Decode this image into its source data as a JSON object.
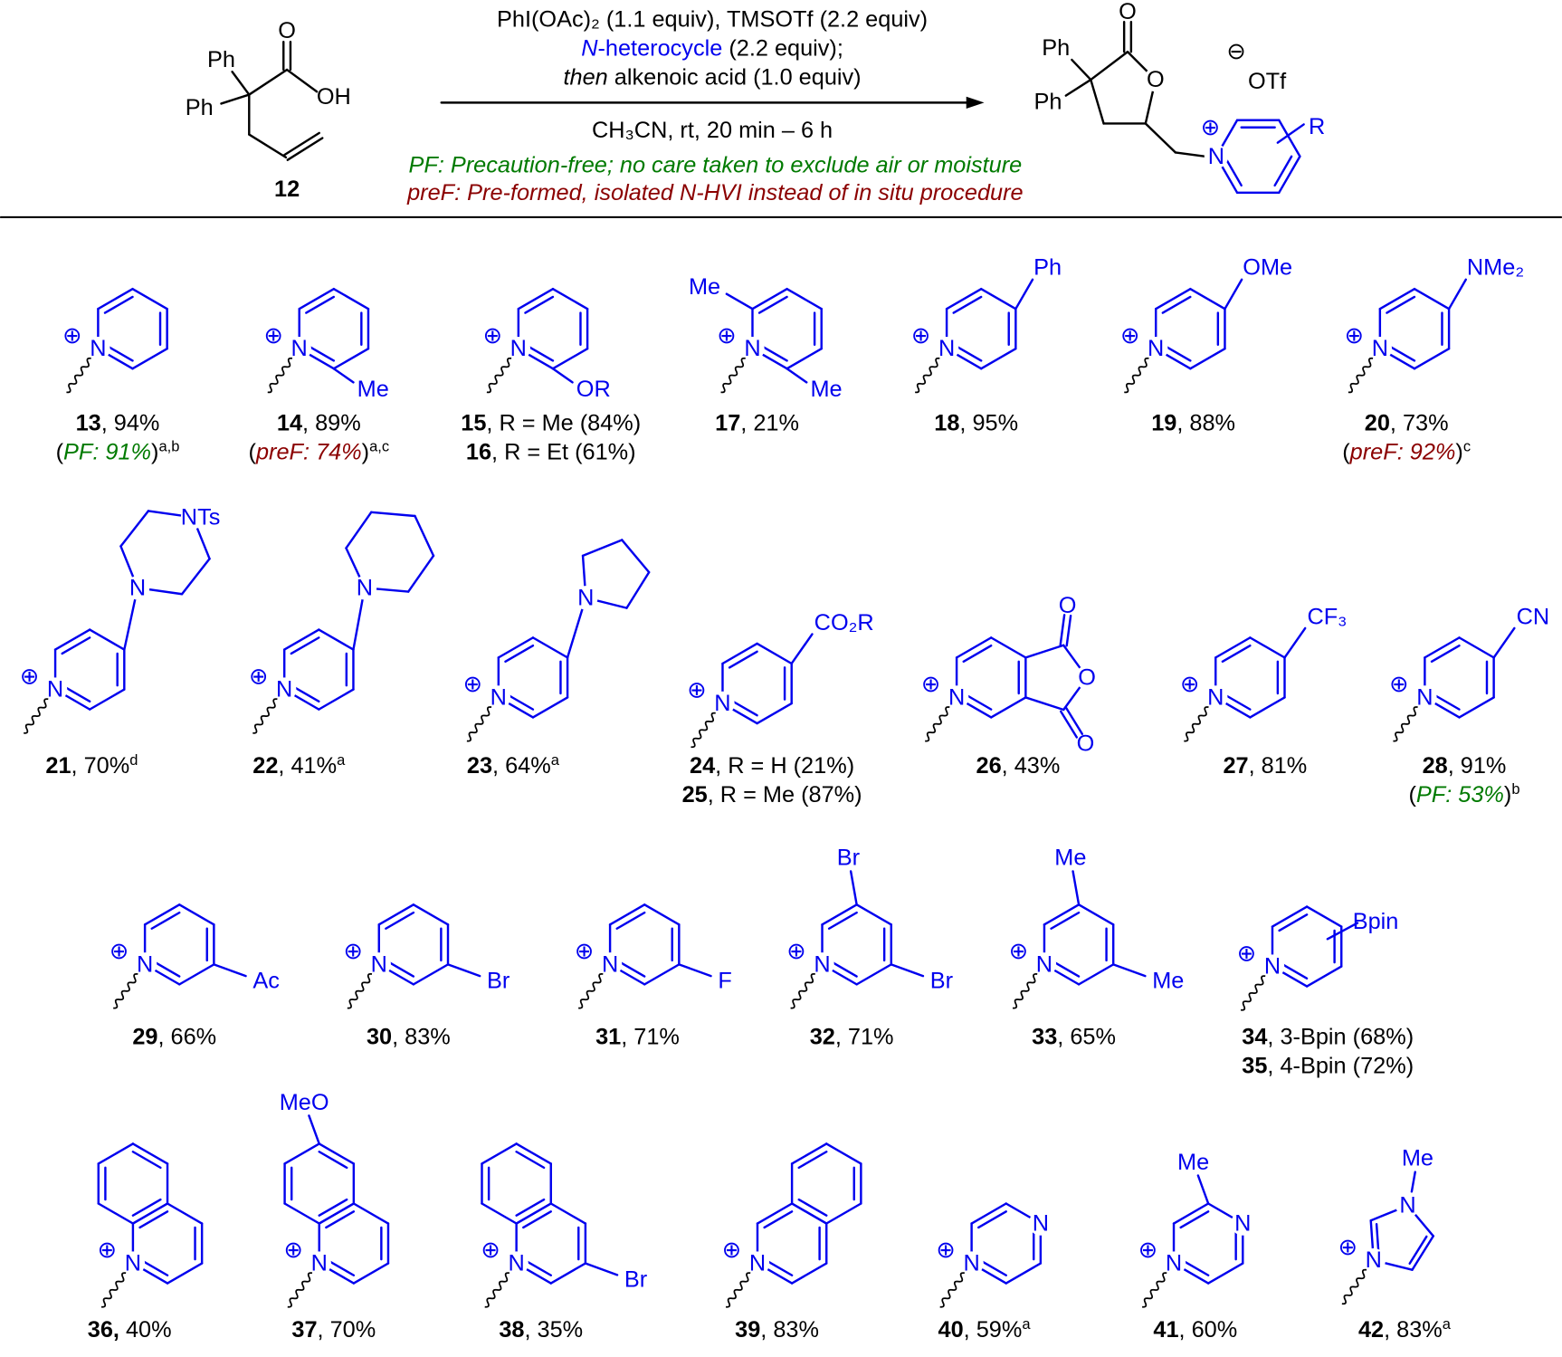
{
  "colors": {
    "structure": "#0000ee",
    "precaution_free": "#007a00",
    "preformed": "#8b0000",
    "text": "#000000"
  },
  "atoms": {
    "N": "N",
    "O": "O",
    "plus": "⊕",
    "minus": "⊖"
  },
  "header": {
    "starting_material": {
      "ph1": "Ph",
      "ph2": "Ph",
      "carbonyl_o": "O",
      "oh": "OH",
      "number": "12"
    },
    "conditions": {
      "line1": [
        {
          "s": "n",
          "text": "PhI(OAc)₂ (1.1 equiv), TMSOTf (2.2 equiv)"
        }
      ],
      "line2": [
        {
          "s": "blue-i",
          "text": "N"
        },
        {
          "s": "blue",
          "text": "-heterocycle"
        },
        {
          "s": "n",
          "text": " (2.2 equiv);"
        }
      ],
      "line3": [
        {
          "s": "i",
          "text": "then"
        },
        {
          "s": "n",
          "text": " alkenoic acid (1.0 equiv)"
        }
      ],
      "line4": [
        {
          "s": "n",
          "text": "CH₃CN, rt, 20 min – 6 h"
        }
      ],
      "line5": [
        {
          "s": "green",
          "text": "PF: Precaution-free; no care taken to exclude air or moisture"
        }
      ],
      "line6": [
        {
          "s": "red",
          "text": "preF: Pre-formed, isolated N-HVI instead of in situ procedure"
        }
      ]
    },
    "product": {
      "ph1": "Ph",
      "ph2": "Ph",
      "carbonyl_o": "O",
      "ring_o": "O",
      "counterion": "OTf",
      "r": "R"
    }
  },
  "compounds": [
    {
      "id": "13",
      "labels": [],
      "caption": [
        [
          {
            "s": "b",
            "text": "13"
          },
          {
            "s": "n",
            "text": ", 94%"
          }
        ],
        [
          {
            "s": "n",
            "text": "("
          },
          {
            "s": "green",
            "text": "PF: 91%"
          },
          {
            "s": "n",
            "text": ")"
          },
          {
            "s": "sup",
            "text": "a,b"
          }
        ]
      ]
    },
    {
      "id": "14",
      "labels": [
        "Me"
      ],
      "caption": [
        [
          {
            "s": "b",
            "text": "14"
          },
          {
            "s": "n",
            "text": ", 89%"
          }
        ],
        [
          {
            "s": "n",
            "text": "("
          },
          {
            "s": "red",
            "text": "preF: 74%"
          },
          {
            "s": "n",
            "text": ")"
          },
          {
            "s": "sup",
            "text": "a,c"
          }
        ]
      ]
    },
    {
      "id": "15",
      "labels": [
        "OR"
      ],
      "caption": [
        [
          {
            "s": "b",
            "text": "15"
          },
          {
            "s": "n",
            "text": ", R = Me (84%)"
          }
        ],
        [
          {
            "s": "b",
            "text": "16"
          },
          {
            "s": "n",
            "text": ", R = Et (61%)"
          }
        ]
      ]
    },
    {
      "id": "17",
      "labels": [
        "Me",
        "Me"
      ],
      "caption": [
        [
          {
            "s": "b",
            "text": "17"
          },
          {
            "s": "n",
            "text": ", 21%"
          }
        ]
      ]
    },
    {
      "id": "18",
      "labels": [
        "Ph"
      ],
      "caption": [
        [
          {
            "s": "b",
            "text": "18"
          },
          {
            "s": "n",
            "text": ", 95%"
          }
        ]
      ]
    },
    {
      "id": "19",
      "labels": [
        "OMe"
      ],
      "caption": [
        [
          {
            "s": "b",
            "text": "19"
          },
          {
            "s": "n",
            "text": ", 88%"
          }
        ]
      ]
    },
    {
      "id": "20",
      "labels": [
        "NMe₂"
      ],
      "caption": [
        [
          {
            "s": "b",
            "text": "20"
          },
          {
            "s": "n",
            "text": ", 73%"
          }
        ],
        [
          {
            "s": "n",
            "text": "("
          },
          {
            "s": "red",
            "text": "preF: 92%"
          },
          {
            "s": "n",
            "text": ")"
          },
          {
            "s": "sup",
            "text": "c"
          }
        ]
      ]
    },
    {
      "id": "21",
      "labels": [
        "N",
        "NTs"
      ],
      "caption": [
        [
          {
            "s": "b",
            "text": "21"
          },
          {
            "s": "n",
            "text": ", 70%"
          },
          {
            "s": "sup",
            "text": "d"
          }
        ]
      ]
    },
    {
      "id": "22",
      "labels": [
        "N"
      ],
      "caption": [
        [
          {
            "s": "b",
            "text": "22"
          },
          {
            "s": "n",
            "text": ", 41%"
          },
          {
            "s": "sup",
            "text": "a"
          }
        ]
      ]
    },
    {
      "id": "23",
      "labels": [
        "N"
      ],
      "caption": [
        [
          {
            "s": "b",
            "text": "23"
          },
          {
            "s": "n",
            "text": ", 64%"
          },
          {
            "s": "sup",
            "text": "a"
          }
        ]
      ]
    },
    {
      "id": "24",
      "labels": [
        "CO₂R"
      ],
      "caption": [
        [
          {
            "s": "b",
            "text": "24"
          },
          {
            "s": "n",
            "text": ", R = H (21%)"
          }
        ],
        [
          {
            "s": "b",
            "text": "25"
          },
          {
            "s": "n",
            "text": ", R = Me (87%)"
          }
        ]
      ]
    },
    {
      "id": "26",
      "labels": [
        "O",
        "O",
        "O"
      ],
      "caption": [
        [
          {
            "s": "b",
            "text": "26"
          },
          {
            "s": "n",
            "text": ", 43%"
          }
        ]
      ]
    },
    {
      "id": "27",
      "labels": [
        "CF₃"
      ],
      "caption": [
        [
          {
            "s": "b",
            "text": "27"
          },
          {
            "s": "n",
            "text": ", 81%"
          }
        ]
      ]
    },
    {
      "id": "28",
      "labels": [
        "CN"
      ],
      "caption": [
        [
          {
            "s": "b",
            "text": "28"
          },
          {
            "s": "n",
            "text": ", 91%"
          }
        ],
        [
          {
            "s": "n",
            "text": "("
          },
          {
            "s": "green",
            "text": "PF: 53%"
          },
          {
            "s": "n",
            "text": ")"
          },
          {
            "s": "sup",
            "text": "b"
          }
        ]
      ]
    },
    {
      "id": "29",
      "labels": [
        "Ac"
      ],
      "caption": [
        [
          {
            "s": "b",
            "text": "29"
          },
          {
            "s": "n",
            "text": ", 66%"
          }
        ]
      ]
    },
    {
      "id": "30",
      "labels": [
        "Br"
      ],
      "caption": [
        [
          {
            "s": "b",
            "text": "30"
          },
          {
            "s": "n",
            "text": ", 83%"
          }
        ]
      ]
    },
    {
      "id": "31",
      "labels": [
        "F"
      ],
      "caption": [
        [
          {
            "s": "b",
            "text": "31"
          },
          {
            "s": "n",
            "text": ", 71%"
          }
        ]
      ]
    },
    {
      "id": "32",
      "labels": [
        "Br",
        "Br"
      ],
      "caption": [
        [
          {
            "s": "b",
            "text": "32"
          },
          {
            "s": "n",
            "text": ", 71%"
          }
        ]
      ]
    },
    {
      "id": "33",
      "labels": [
        "Me",
        "Me"
      ],
      "caption": [
        [
          {
            "s": "b",
            "text": "33"
          },
          {
            "s": "n",
            "text": ", 65%"
          }
        ]
      ]
    },
    {
      "id": "34",
      "labels": [
        "Bpin"
      ],
      "caption": [
        [
          {
            "s": "b",
            "text": "34"
          },
          {
            "s": "n",
            "text": ", 3-Bpin (68%)"
          }
        ],
        [
          {
            "s": "b",
            "text": "35"
          },
          {
            "s": "n",
            "text": ", 4-Bpin (72%)"
          }
        ]
      ]
    },
    {
      "id": "36",
      "labels": [],
      "caption": [
        [
          {
            "s": "b",
            "text": "36,"
          },
          {
            "s": "n",
            "text": " 40%"
          }
        ]
      ]
    },
    {
      "id": "37",
      "labels": [
        "MeO"
      ],
      "caption": [
        [
          {
            "s": "b",
            "text": "37"
          },
          {
            "s": "n",
            "text": ", 70%"
          }
        ]
      ]
    },
    {
      "id": "38",
      "labels": [
        "Br"
      ],
      "caption": [
        [
          {
            "s": "b",
            "text": "38"
          },
          {
            "s": "n",
            "text": ", 35%"
          }
        ]
      ]
    },
    {
      "id": "39",
      "labels": [],
      "caption": [
        [
          {
            "s": "b",
            "text": "39"
          },
          {
            "s": "n",
            "text": ", 83%"
          }
        ]
      ]
    },
    {
      "id": "40",
      "labels": [
        "N"
      ],
      "caption": [
        [
          {
            "s": "b",
            "text": "40"
          },
          {
            "s": "n",
            "text": ", 59%"
          },
          {
            "s": "sup",
            "text": "a"
          }
        ]
      ]
    },
    {
      "id": "41",
      "labels": [
        "N",
        "Me"
      ],
      "caption": [
        [
          {
            "s": "b",
            "text": "41"
          },
          {
            "s": "n",
            "text": ", 60%"
          }
        ]
      ]
    },
    {
      "id": "42",
      "labels": [
        "N",
        "Me"
      ],
      "caption": [
        [
          {
            "s": "b",
            "text": "42"
          },
          {
            "s": "n",
            "text": ", 83%"
          },
          {
            "s": "sup",
            "text": "a"
          }
        ]
      ]
    }
  ]
}
